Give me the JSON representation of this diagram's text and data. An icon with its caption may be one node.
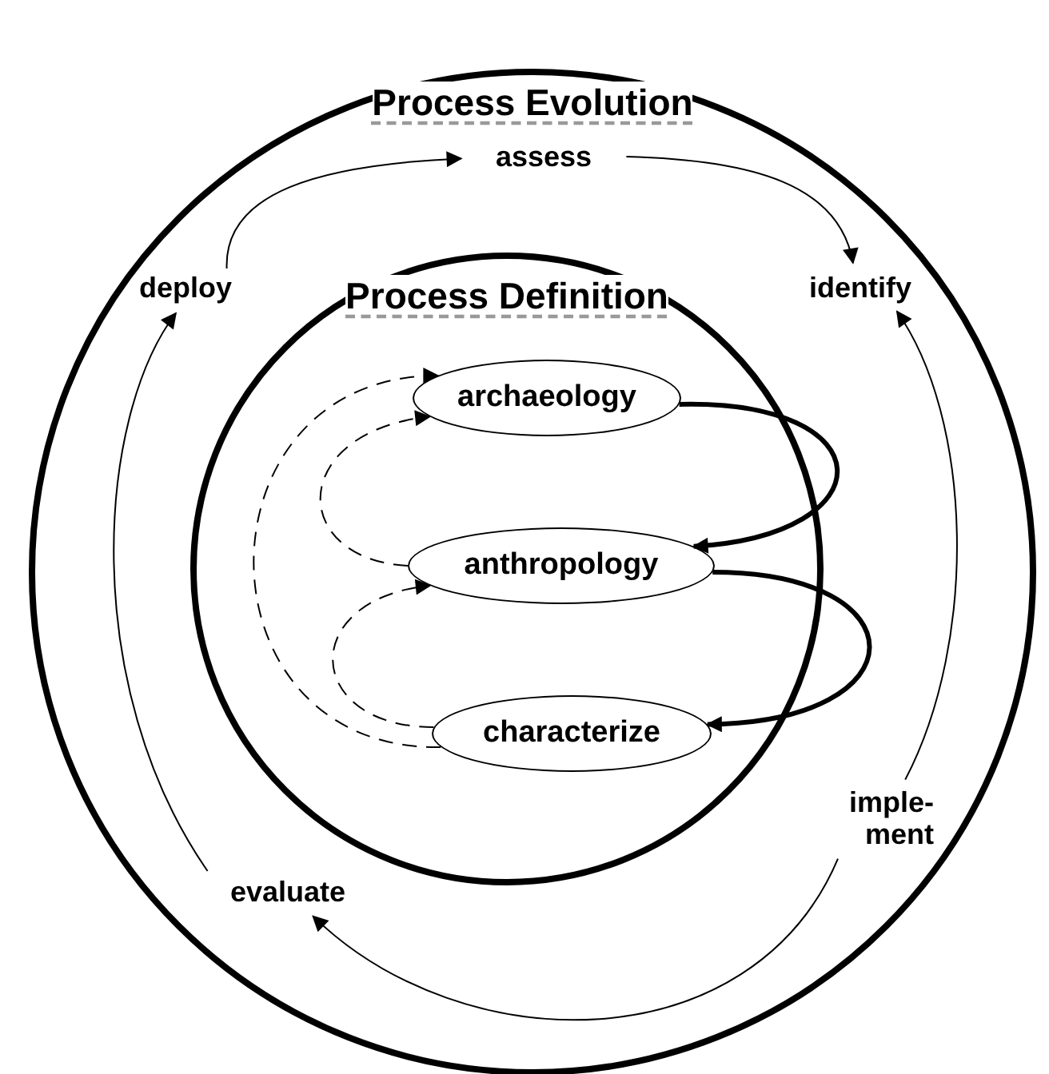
{
  "diagram": {
    "nodes": [
      {
        "text": [
          "Process Evolution"
        ]
      },
      {
        "text": [
          "assess"
        ],
        "in": 0
      },
      {
        "text": [
          "deploy"
        ],
        "in": 0
      },
      {
        "text": [
          "identify"
        ],
        "in": 0
      },
      {
        "text": [
          "Process Definition"
        ],
        "in": 0
      },
      {
        "text": [
          "archaeology"
        ],
        "in": 4
      },
      {
        "text": [
          "anthropology"
        ],
        "in": 4
      },
      {
        "text": [
          "characterize"
        ],
        "in": 4
      },
      {
        "text": [
          "imple- ment"
        ],
        "in": 0
      },
      {
        "text": [
          "evaluate"
        ],
        "in": 0
      }
    ],
    "edges": [
      {
        "from": 2,
        "to": 1,
        "arrow": "to"
      },
      {
        "from": 1,
        "to": 3,
        "arrow": "to"
      },
      {
        "from": 8,
        "to": 3,
        "arrow": "to"
      },
      {
        "from": 8,
        "to": 9,
        "arrow": "to"
      },
      {
        "from": 9,
        "to": 2,
        "arrow": "to"
      },
      {
        "from": 5,
        "to": 6,
        "arrow": "to",
        "style": "thick"
      },
      {
        "from": 6,
        "to": 7,
        "arrow": "to",
        "style": "thick"
      },
      {
        "from": 7,
        "to": 6,
        "arrow": "to",
        "style": "dashed"
      },
      {
        "from": 6,
        "to": 5,
        "arrow": "to",
        "style": "dashed"
      },
      {
        "from": 7,
        "to": 5,
        "arrow": "to",
        "style": "dashed"
      }
    ]
  }
}
